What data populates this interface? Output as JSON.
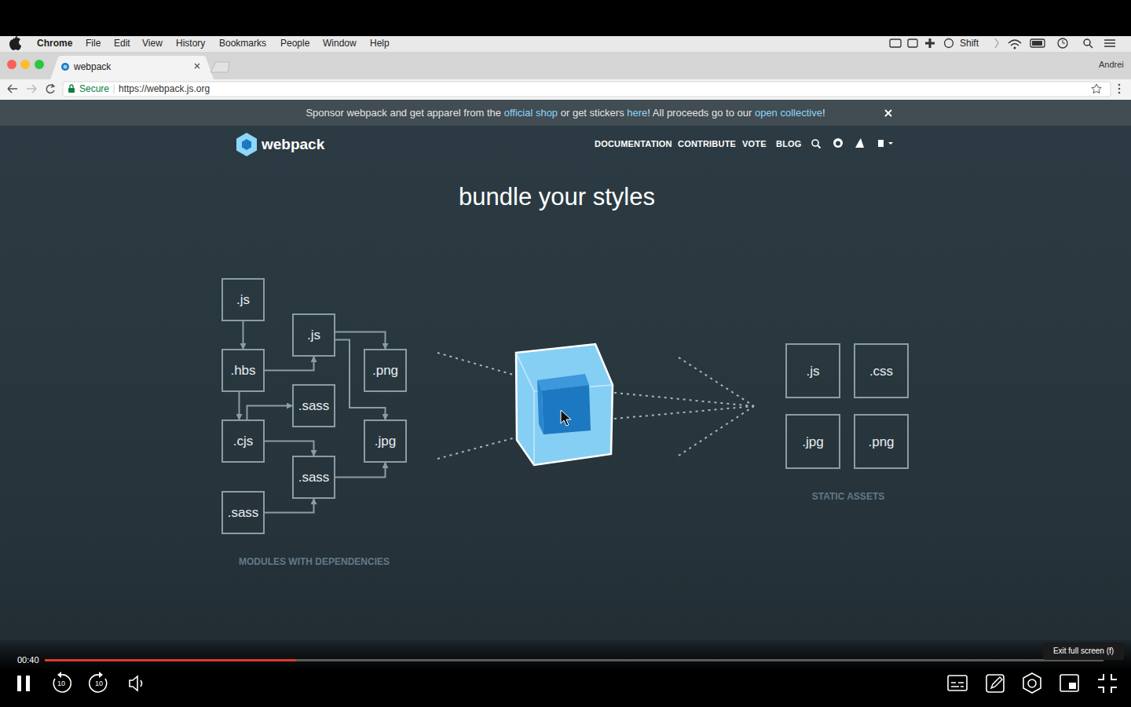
{
  "diagram": {
    "title": "bundle your styles",
    "nodes": [
      {
        "text": [
          ".js"
        ]
      },
      {
        "text": [
          ".js"
        ]
      },
      {
        "text": [
          ".hbs"
        ]
      },
      {
        "text": [
          ".png"
        ]
      },
      {
        "text": [
          ".sass"
        ]
      },
      {
        "text": [
          ".cjs"
        ]
      },
      {
        "text": [
          ".jpg"
        ]
      },
      {
        "text": [
          ".sass"
        ]
      },
      {
        "text": [
          ".sass"
        ]
      },
      {
        "text": [
          ".js"
        ]
      },
      {
        "text": [
          ".css"
        ]
      },
      {
        "text": [
          ".jpg"
        ]
      },
      {
        "text": [
          ".png"
        ]
      }
    ],
    "edges": [
      {
        "from": 0,
        "to": 2,
        "arrow": "to"
      },
      {
        "from": 2,
        "to": 1,
        "arrow": "to"
      },
      {
        "from": 1,
        "to": 3,
        "arrow": "to"
      },
      {
        "from": 1,
        "to": 6,
        "arrow": "to"
      },
      {
        "from": 2,
        "to": 5,
        "arrow": "to"
      },
      {
        "from": 5,
        "to": 4,
        "arrow": "to"
      },
      {
        "from": 5,
        "to": 7,
        "arrow": "to"
      },
      {
        "from": 7,
        "to": 6,
        "arrow": "to"
      },
      {
        "from": 8,
        "to": 7,
        "arrow": "to"
      }
    ],
    "labels": [
      "Chrome",
      "File",
      "Edit",
      "View",
      "History",
      "Bookmarks",
      "People",
      "Window",
      "Help",
      "Shift",
      "Andrei",
      "webpack",
      "Secure",
      "https://webpack.js.org",
      "Sponsor webpack and get apparel from the",
      "official shop",
      "or get stickers",
      "here",
      "! All proceeds go to our",
      "open collective",
      "!",
      "webpack",
      "DOCUMENTATION",
      "CONTRIBUTE",
      "VOTE",
      "BLOG",
      "MODULES WITH DEPENDENCIES",
      "STATIC ASSETS",
      "00:40",
      "10",
      "10",
      "Exit full screen (f)"
    ]
  }
}
